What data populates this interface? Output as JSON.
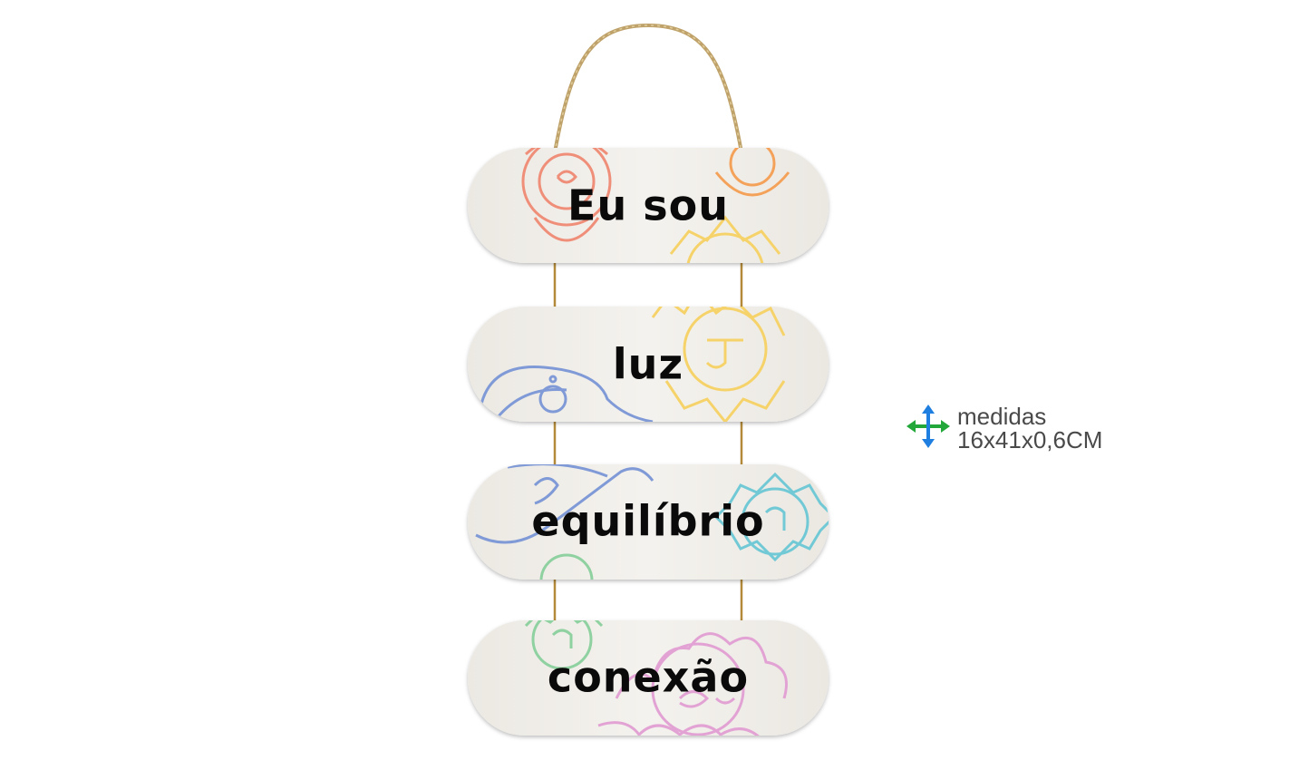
{
  "product": {
    "plaques": [
      {
        "text": "Eu sou"
      },
      {
        "text": "luz"
      },
      {
        "text": "equilíbrio"
      },
      {
        "text": "conexão"
      }
    ]
  },
  "dimensions": {
    "icon": "four-way-arrows-icon",
    "label": "medidas",
    "value": "16x41x0,6CM"
  },
  "colors": {
    "background": "#ffffff",
    "plaque": "#f1efea",
    "text": "#0a0a0a",
    "rope": "#bfa26a",
    "wire": "#b38a3a",
    "chakra_red": "#ef8f7a",
    "chakra_orange": "#f4a25a",
    "chakra_yellow": "#f6d36a",
    "chakra_blue": "#7f9ad6",
    "chakra_teal": "#72c9d6",
    "chakra_green": "#8fd1a0",
    "chakra_pink": "#e2a3d4",
    "arrow_green": "#22a83a",
    "arrow_blue": "#1e7fe0"
  }
}
